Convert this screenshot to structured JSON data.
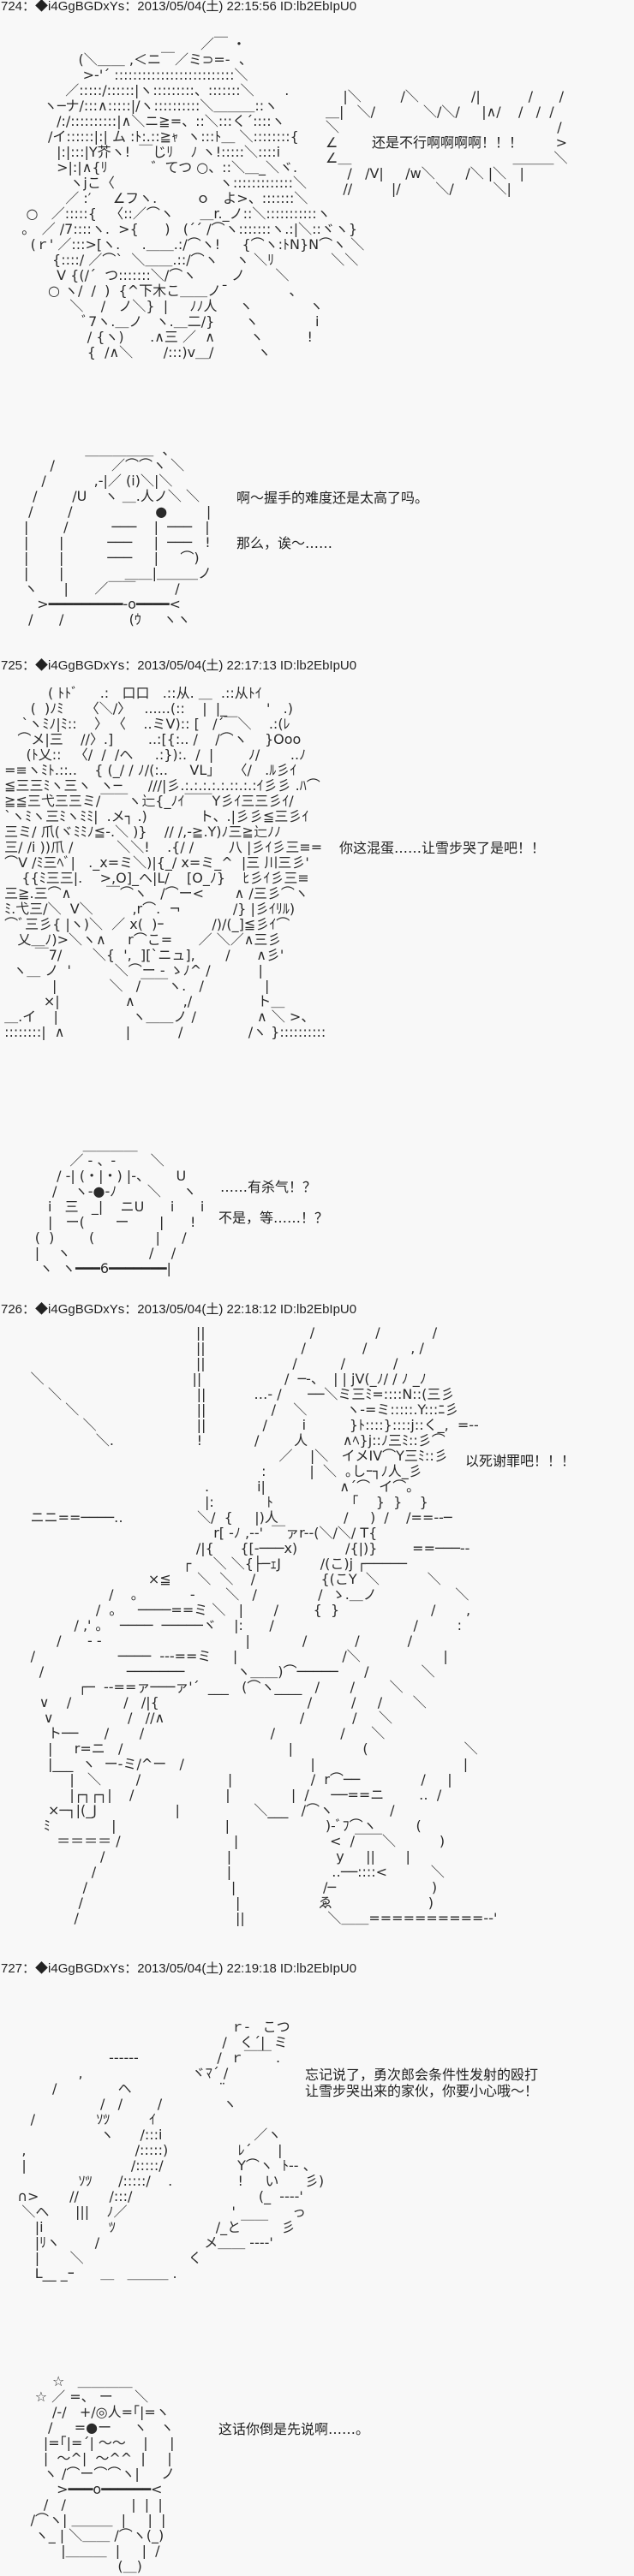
{
  "meta": {
    "separator": "："
  },
  "posts": [
    {
      "number": "724",
      "name": "◆i4GgBGDxYs",
      "datetime": "2013/05/04(土) 22:15:56",
      "id": "ID:lb2EbIpU0",
      "aa_main": "                                              ／￣ ・\n                  (＼＿＿ ,＜ニ￣／ミ⊃=-  、\n                   >-'´ ::::::::::::::::::::::::::＼\n               ／:::::/::::::|ヽ:::::::::、:::::::＼       .\n          ヽ─ナ/:::∧:::::|/ヽ::::::::::＼＿＿＿::ヽ\n             /:/::::::::::|∧＼ニ≧=、::＼:::く´::::ヽ\n           /イ::::::|:| ム :ﾄ:.::≧ｬ  ヽ:::ﾄ＿ ＼::::::::{\n             |:|:::|Y芥ヽ!  ￣じﾘ    ﾉ ヽ!:::::＼::::i\n             >|:|∧{ﾘ          ゛てつ ○、::＼＿_＼ヾ.\n                ヽjこ〈                        ヽ:::::::::::::＼\n               ／ :′     ∠フヽ.         ｏ   よ>、:::::::＼\n      ○   ／:::::{   〈::／⌒ヽ      ＿r._ノ::＼:::::::::::ヽ\n     ｡   ／ /7::::ヽ.  >{      )   (´´ /⌒ヽ:::::::ヽ.:|＼::ヾヽ}\n       (ｒ' ／:::>[ヽ.     .＿＿.:/⌒ヽ!     {⌒ヽ:ﾄN}N⌒ヽ ＼\n            {::::/ ／⌒`  ＼＿＿.::/⌒ヽ    ヽ ＼ﾘ             ＼＼\n             V {(/´  つ:::::::＼/⌒ヽ        ノ       ＼\n           ○ ヽ/  /  )  {^下木こ＿＿ノ¯              、\n                ＼    /   ノ＼}  |     ﾉﾉ人     ヽ             ヽ\n                   ﾞ7ヽ.＿ノ   ヽ.＿二/}       ヽ             i\n                    / {ヽ)      .∧三 ／  ∧        ヽ          !\n                    {  /∧＼       /:::)v＿/          ヽ",
      "shout_bubble": "    |＼         /＼            /|           /      /\n＿|   ＼/           ＼/＼/     |∧/    /   /  /\n＼                                                  /\n∠                                                  >\n∠＿                                     ＿＿＿＼\n     /   /V|     /w＼       /＼ |＼   |\n    //         |/        ＼/         ＼|",
      "shout_text": "还是不行啊啊啊啊！！！",
      "aa_doraemon": "              ＿＿＿＿＿  、\n      /             ／⌒⌒ヽ ＼\n    /           ,-|／ (i)＼|＼\n  /        /U    ヽ ＿.人ノ＼ ＼\n /        /                   ●         |\n|        /          ───    |  ───   |\n|       |          ───     |  ───   !\n|       |          ───     |     ⌒)\n|       |              ＿＿|＿＿＿ノ\nヽ      |      ／￣￣         /\n   >━━━━━━━━━-o━━━━<\n /      /               (ｳ     ヽヽ",
      "dialogue": [
        "啊～握手的难度还是太高了吗。",
        "那么，诶～……"
      ]
    },
    {
      "number": "725",
      "name": "◆i4GgBGDxYs",
      "datetime": "2013/05/04(土) 22:17:13",
      "id": "ID:lb2EbIpU0",
      "aa_main": "           ( ﾄﾄﾞ     .:   口口   .::从. ＿  .::从ﾄｲ\n       (  )ﾉﾐ     〈＼/〉   ......(::    |  |_         '   .)\n     `ヽﾐﾉ|ﾐ::    〉 〈    ..ミV):: [   /´￣＼    .:(ﾚ\n    ⌒メ|三    //〉.]        ..:[{:.. /    /⌒ヽ    }Ooo\n      (ﾄ乂::   〈/  /  /ヘ     .:}):.  /  |        ﾉ/       ..ﾉ\n =≡ヽﾐﾄ.::..    { (_/ / ﾉ/(:..     VL」   〈/   .ﾙ彡ｲ\n ≦三三ﾐヽ三ヽ  ヽ─      ///|彡.:.:.:.:.:.::.:.:ｲ彡彡 .ﾊ⌒\n ≧≦三弋三三ミ/￣￣ヽ辷{_ﾉｲ￣￣Y彡ｲ三三彡ｲ/\n `ヽﾐヽ三ﾐヽﾐﾐ|  .メ┐ .)            ト、.|彡彡≦三彡ｲ\n 三ミ/ 爪(ヾﾐﾐﾉ≦-.＼ )}    // /,-≧.Y)ﾉ三≧辷ﾉﾉ\n 三/ /i ))爪 /          ＼＼!    .{/ /        八 |彡ｲ彡三≡=\n ⌒V /ﾐ三ﾍﾞ|   ._x=ミ＼)|{_/ x=ミ_^  |三 川三彡'\n     {{ﾐ三三|.    >,O]_ヘ|L/    [O_ﾉ}    ﾋ彡ｲ彡三≡\n 三≧.三⌒∧        ￣⌒ヽ   /⌒ー<       ∧ /三彡⌒ヽ\n ﾐ.弋三/＼  V＼         ,r⌒.  ¬            /} |彡ｲﾘﾙ)\n ⌒ﾞ三彡{ |ヽ)＼  ／ x(  )ｰ           /)/(_]≦彡ｲ⌒\n    乂＿ﾉ)>＼ヽ∧     r⌒こ=      ／ ＼／∧三彡\n        ￣7/       ＼{  ',  ][`ニュ],       /      ∧彡'\n   ヽ＿ ノ  '          ＼⌒ー ‐ ゝﾉ^ /           |\n            |            ＼   /￣￣ヽ.   /              |\n          ×|               ∧           ,/               ト＿\n ＿.イ    |                 ヽ＿＿ノ /              ∧ ＼ >、\n ::::::::|  ∧              |           /               /ヽ }::::::::::",
      "dialogue_main": "你这混蛋……让雪步哭了是吧！！",
      "aa_doraemon": "                   ＿＿＿＿\n                ／ ‐ 、‐        ＼\n             / -| (・|・) |‐、      U\n            /    ヽ‐●‐ﾉ       ＼     ヽ\n           i   三   _|    ニU      i      i\n           |   ー(       ー       |      !\n        (  )        (              |     /\n        |    ヽ                  /    /\n         ヽ  ヽ━━━6━━━━━━━|",
      "dialogue": [
        "……有杀气！？",
        "不是，等……！？"
      ]
    },
    {
      "number": "726",
      "name": "◆i4GgBGDxYs",
      "datetime": "2013/05/04(土) 22:18:12",
      "id": "ID:lb2EbIpU0",
      "aa_main": "                                             ||                        /              /            /\n                                             ||                      /             /          , /\n                                             ||                    /          /           /\n       ＼                                  ||                   /  ─-、  | | jV(_ﾉ/ / ﾉ _ﾉ\n           ＼                               ||           …- /      ──＼ミ三ﾐ=::::N::(三彡\n               ＼                           ||               /    ＼         ヽ-=ミ:::::.Y:::ﾆ彡\n                   ＼                       ||             /        i          }ﾄ::::}::::j::く_,  =--\n                      ＼.                   !            /        人        ∧ﾍ}j::ﾉ三ﾐ::彡⌒\n                                                                ／    |＼   イメIV⌒Y三ﾐ::彡\n                                                            :          |  ＼  ｡しｰ┐ﾉ人_彡\n                                               .           i|                 ∧´⌒  イ⌒｡\n                                               |:            ﾄ                  ｢    }  }    }\n       ニニ==────‥                 ＼/  {     |)人               /     )  /    /==--─\n                                                 r[ -ﾉ ,--'  ￣ァr--(＼/＼/ T{\n                                             /|{      {[-───x)           /{|)}        ==───--\n                                          ┌     ＼ ＼{├─ｪJ         /(こ)j ┌─────\n                                  ×≦      ＼  ＼    /               {(こY  ＼           ＼\n                         /    ｡            -       ＼   /              /  ゝ.＿ノ                  ＼\n                      /  ｡     ────==ミ ＼   |       /        {  }                     /       ,\n                 / ,' ｡    ────  ─────ヾ    |:      /                                /         :\n             /      - -                                 |            /           /           /\n       /                   ────  ---==ミ     |                        /＼                   |\n         /                   ───────            ヽ＿＿)⌒─────      /            ＼\n                  ┌─  -‐==ァ───ァ'´  ___   (⌒ヽ____   /       /        ＼\n         ∨    /            /   /|{                                  /         /     /       ＼\n          ∨                 /   //∧                               /           /     ＼\n           ト──      /       /                             /               /      ＼\n           |     r=ニ   /                                      |                (                      ＼\n           |___  ヽ  ー-ミ/^ー   /                             |                                  |\n                |   ＼        /                    |                  /  r⌒──              /     |\n                |┌┐┌┐|    /                     |              |  /     ──==ニ        ‥  /\n           ×─┐|(_J                  |                 ＼___   /⌒ヽ             /\n          ﾐ              |                         |                      )-ﾞﾌ⌒ヽ         (\n             ＝＝＝＝ /                          |                     <  /￣￣＼          )\n                       /                            |                        y     ||       |\n                     /                              |                       ‥──::::<          ＼\n                   /                                 |                    /─                      )\n                  /                                   |                  ゑ                      )\n                 /                                    ||                   ＼＿＿==========--'",
      "dialogue_main": "以死谢罪吧！！！"
    },
    {
      "number": "727",
      "name": "◆i4GgBGDxYs",
      "datetime": "2013/05/04(土) 22:19:18",
      "id": "ID:lb2EbIpU0",
      "aa_main": "                                                     ｒ-   こつ\n                                                   /   く´|  ミ\n                         ------                  /  ｒ￣￣ .\n                  ,                         ヾﾏ´ /\n            /              ヘ                    ¨\n                       /   /        /              ヽ\n       /              ｿﾂ         ｲ\n                       ヽ      /:::i                     ／ヽ\n     ,                         /:::::)                ﾚ´      |\n     |                        /:::::/                 Y⌒ヽ  ﾄ-- 、\n                  ｿﾂ      /:::::/    .               !     い      彡)\n    ∩>       //       /:::/                             (_  ----'\n     ＼ヘ      |||    ﾉ／                        '             っ\n        |i               ﾂ                       /_と￣￣   彡\n        |ﾘヽ        /                        メ＿＿ ----'\n        |       ＼                        く\n        L__ _ｰ      ＿   ＿＿＿ .",
      "dialogue_main": [
        "忘记说了，勇次郎会条件性发射的殴打",
        "让雪步哭出来的家伙，你要小心哦～！"
      ],
      "aa_doraemon": "            ☆   ＿＿＿＿\n        ☆ ／ =、 ー     ＼\n            /-/   +/◎人=｢|=ヽ\n           /     =●ー     ヽ   ヽ\n          |=｢|=´| ～～    |     |\n          |  ～^|  ～^^  |     |\n          ヽ /⌒ー⌒⌒ヽ|     ノ\n             >━━━o━━━━━━<\n          /   /               |  |  |\n       /⌒ヽ| ＿＿＿  |     |  |\n        ヽ_ | ＼＿＿ /⌒ヽ(_)\n              |＿＿＿  |     |  /\n                           (＿)",
      "dialogue": [
        "这话你倒是先说啊……。"
      ]
    }
  ]
}
